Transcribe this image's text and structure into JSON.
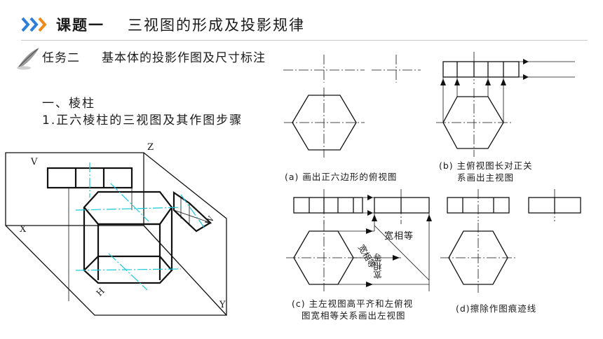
{
  "header": {
    "title": "课题一",
    "subtitle": "三视图的形成及投影规律",
    "accent_color": "#2e7fd9",
    "arrow_color": "#f08a1c"
  },
  "task": {
    "label": "任务二",
    "text": "基本体的投影作图及尺寸标注",
    "icon": "quill-pen-icon"
  },
  "section": {
    "title": "一、棱柱",
    "step": "1.正六棱柱的三视图及其作图步骤"
  },
  "iso_labels": {
    "v": "V",
    "z": "Z",
    "x": "X",
    "w": "W",
    "h": "H",
    "y": "Y"
  },
  "captions": {
    "a": "(a) 画出正六边形的俯视图",
    "b_line1": "(b) 主俯视图长对正关",
    "b_line2": "系画出主视图",
    "c_line1": "(c) 主左视图高平齐和左俯视",
    "c_line2": "图宽相等关系画出左视图",
    "d": "(d)擦除作图痕迹线"
  },
  "annotations": {
    "width_equal": "宽相等",
    "width_equal_diag": "宽相等",
    "width_equal_vert": "宽相等"
  }
}
